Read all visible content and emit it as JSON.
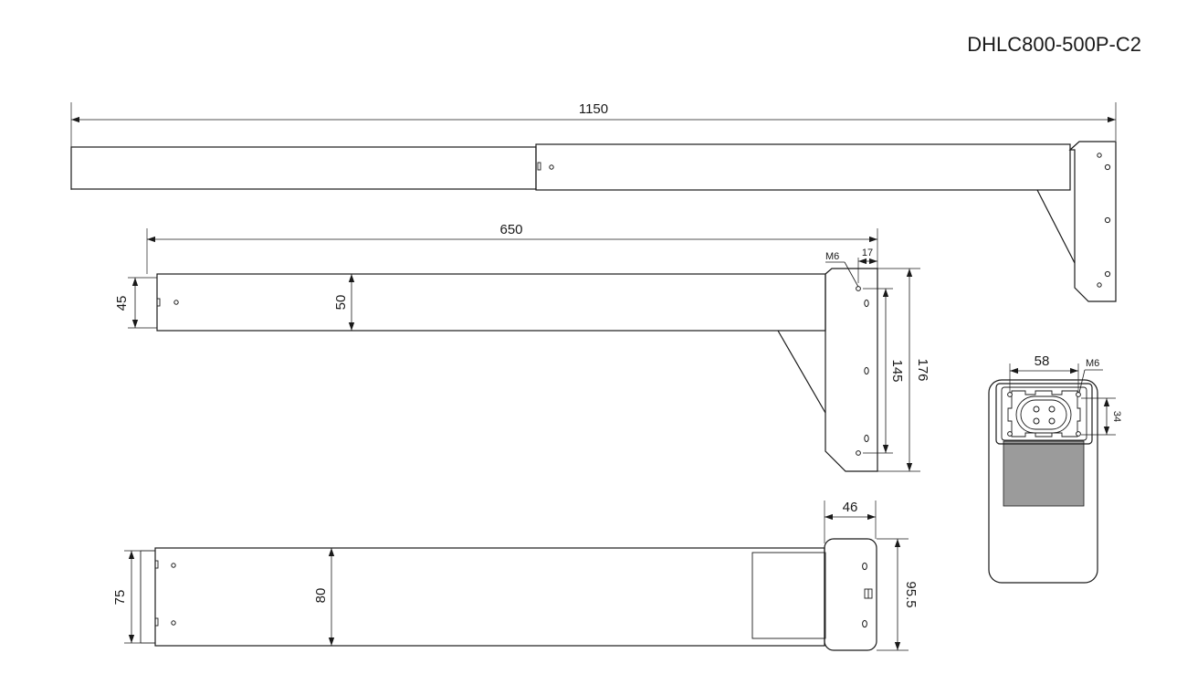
{
  "model_number": "DHLC800-500P-C2",
  "dimensions": {
    "overall_length": "1150",
    "retracted_length": "650",
    "inner_tube_height": "45",
    "outer_tube_height": "50",
    "thread_label_side": "M6",
    "hole_offset": "17",
    "hole_spacing": "145",
    "bracket_height": "176",
    "bracket_thickness": "46",
    "inner_tube_width": "75",
    "outer_tube_width": "80",
    "bracket_width": "95.5",
    "end_hole_spacing": "58",
    "thread_label_end": "M6",
    "end_hole_vertical": "34"
  },
  "colors": {
    "line": "#1a1a1a",
    "fill_gray": "#9b9b9b",
    "background": "#ffffff"
  }
}
